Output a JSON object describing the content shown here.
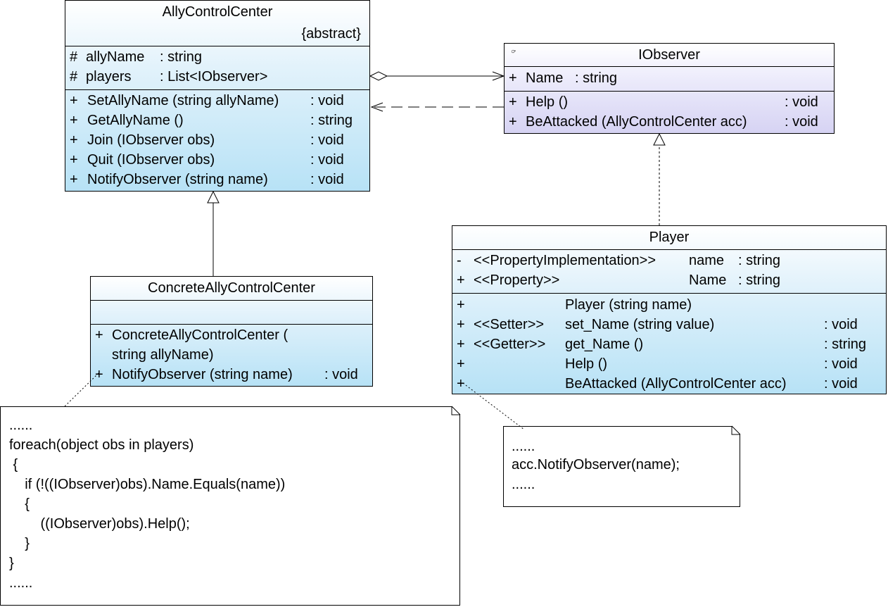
{
  "classes": {
    "ally_control_center": {
      "name": "AllyControlCenter",
      "stereotype": "{abstract}",
      "attributes": [
        {
          "vis": "#",
          "name": "allyName",
          "type": ": string"
        },
        {
          "vis": "#",
          "name": "players",
          "type": ": List<IObserver>"
        }
      ],
      "operations": [
        {
          "vis": "+",
          "name": "SetAllyName (string allyName)",
          "type": ": void"
        },
        {
          "vis": "+",
          "name": "GetAllyName ()",
          "type": ": string"
        },
        {
          "vis": "+",
          "name": "Join (IObserver obs)",
          "type": ": void"
        },
        {
          "vis": "+",
          "name": "Quit (IObserver obs)",
          "type": ": void"
        },
        {
          "vis": "+",
          "name": "NotifyObserver (string name)",
          "type": ": void"
        }
      ]
    },
    "iobserver": {
      "name": "IObserver",
      "attributes": [
        {
          "vis": "+",
          "name": "Name",
          "type": ": string"
        }
      ],
      "operations": [
        {
          "vis": "+",
          "name": "Help ()",
          "type": ": void"
        },
        {
          "vis": "+",
          "name": "BeAttacked (AllyControlCenter acc)",
          "type": ": void"
        }
      ]
    },
    "concrete_ally_control_center": {
      "name": "ConcreteAllyControlCenter",
      "operations": [
        {
          "vis": "+",
          "name": "ConcreteAllyControlCenter (",
          "type": ""
        },
        {
          "vis": "",
          "name": "string allyName)",
          "type": ""
        },
        {
          "vis": "+",
          "name": "NotifyObserver (string name)",
          "type": ": void"
        }
      ]
    },
    "player": {
      "name": "Player",
      "attributes": [
        {
          "vis": "-",
          "stereo": "<<PropertyImplementation>>",
          "name": "name",
          "type": ": string"
        },
        {
          "vis": "+",
          "stereo": "<<Property>>",
          "name": "Name",
          "type": ": string"
        }
      ],
      "operations": [
        {
          "vis": "+",
          "stereo": "",
          "name": "Player (string name)",
          "type": ""
        },
        {
          "vis": "+",
          "stereo": "<<Setter>>",
          "name": "set_Name (string value)",
          "type": ": void"
        },
        {
          "vis": "+",
          "stereo": "<<Getter>>",
          "name": "get_Name ()",
          "type": ": string"
        },
        {
          "vis": "+",
          "stereo": "",
          "name": "Help ()",
          "type": ": void"
        },
        {
          "vis": "+",
          "stereo": "",
          "name": "BeAttacked (AllyControlCenter acc)",
          "type": ": void"
        }
      ]
    }
  },
  "notes": {
    "notify_note": {
      "lines": [
        "......",
        "foreach(object obs in players)",
        " {",
        "    if (!((IObserver)obs).Name.Equals(name))",
        "    {",
        "        ((IObserver)obs).Help();",
        "    }",
        "}",
        "......"
      ]
    },
    "beattacked_note": {
      "lines": [
        "......",
        "acc.NotifyObserver(name);",
        "......"
      ]
    }
  }
}
